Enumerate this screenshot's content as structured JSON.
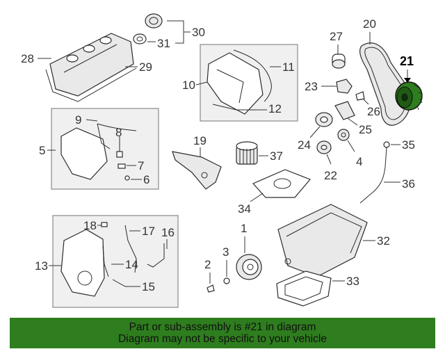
{
  "diagram": {
    "callouts": {
      "c1": "1",
      "c2": "2",
      "c3": "3",
      "c4": "4",
      "c5": "5",
      "c6": "6",
      "c7": "7",
      "c8": "8",
      "c9": "9",
      "c10": "10",
      "c11": "11",
      "c12": "12",
      "c13": "13",
      "c14": "14",
      "c15": "15",
      "c16": "16",
      "c17": "17",
      "c18": "18",
      "c19": "19",
      "c20": "20",
      "c21": "21",
      "c22": "22",
      "c23": "23",
      "c24": "24",
      "c25": "25",
      "c26": "26",
      "c27": "27",
      "c28": "28",
      "c29": "29",
      "c30": "30",
      "c31": "31",
      "c32": "32",
      "c33": "33",
      "c34": "34",
      "c35": "35",
      "c36": "36",
      "c37": "37"
    },
    "highlighted_part": "21",
    "highlight_color": "#2e7d1e"
  },
  "banner": {
    "line1": "Part or sub-assembly is #21 in diagram",
    "line2": "Diagram may not be specific to your vehicle",
    "color": "#2e7d1e"
  }
}
